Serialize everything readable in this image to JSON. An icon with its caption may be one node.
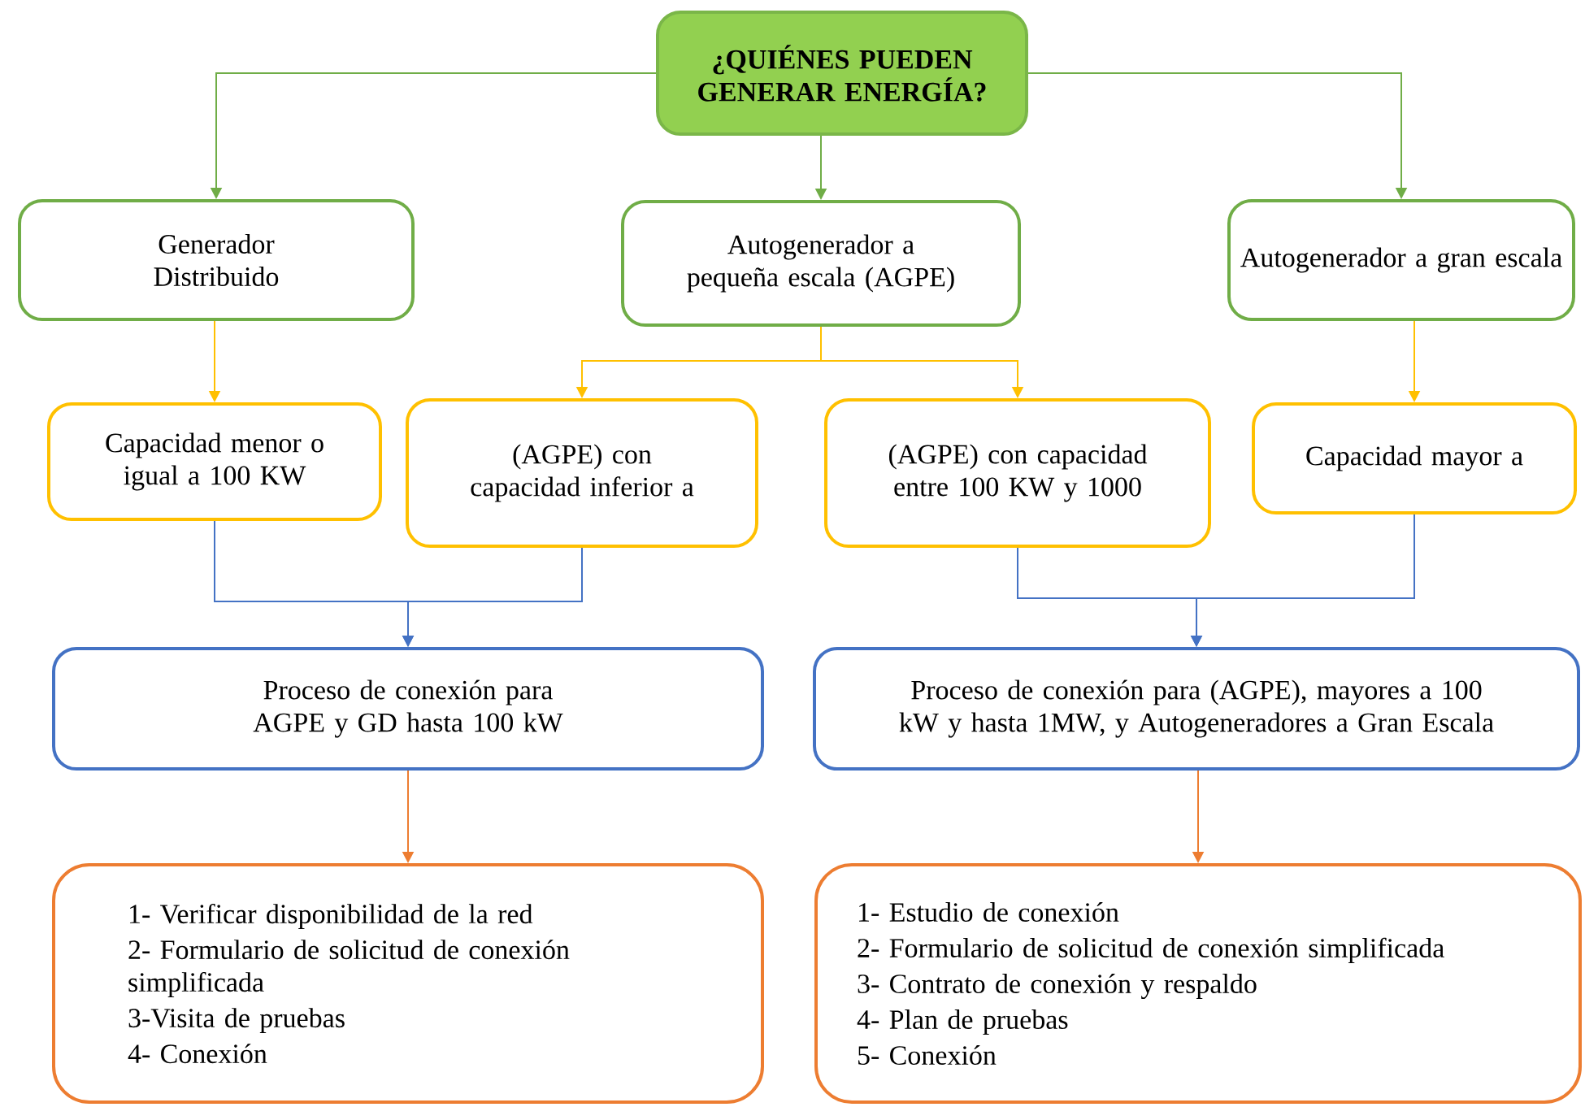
{
  "diagram": {
    "nodes": [
      {
        "text": [
          "¿QUIÉNES PUEDEN GENERAR ENERGÍA?"
        ]
      },
      {
        "text": [
          "Generador Distribuido"
        ]
      },
      {
        "text": [
          "Autogenerador a pequeña escala (AGPE)"
        ]
      },
      {
        "text": [
          "Autogenerador a gran escala"
        ]
      },
      {
        "text": [
          "Capacidad menor o igual a 100 KW"
        ]
      },
      {
        "text": [
          "(AGPE) con capacidad inferior a"
        ]
      },
      {
        "text": [
          "(AGPE) con capacidad entre 100 KW y 1000"
        ]
      },
      {
        "text": [
          "Capacidad mayor a"
        ]
      },
      {
        "text": [
          "Proceso de conexión para AGPE y GD hasta 100 kW"
        ]
      },
      {
        "text": [
          "Proceso de conexión para (AGPE), mayores a 100 kW y hasta 1MW, y Autogeneradores a Gran Escala"
        ]
      },
      {
        "text": [
          "1- Verificar disponibilidad de la red",
          "2- Formulario de solicitud de conexión simplificada",
          "3-Visita de pruebas",
          "4- Conexión"
        ]
      },
      {
        "text": [
          "1- Estudio de conexión",
          "2- Formulario de solicitud de conexión simplificada",
          "3- Contrato de conexión y respaldo",
          "4- Plan de pruebas",
          "5- Conexión"
        ]
      }
    ],
    "edges": [
      {
        "from": 0,
        "to": 1,
        "arrow": "to",
        "color": "#70ad47"
      },
      {
        "from": 0,
        "to": 2,
        "arrow": "to",
        "color": "#70ad47"
      },
      {
        "from": 0,
        "to": 3,
        "arrow": "to",
        "color": "#70ad47"
      },
      {
        "from": 1,
        "to": 4,
        "arrow": "to",
        "color": "#ffc000"
      },
      {
        "from": 2,
        "to": 5,
        "arrow": "to",
        "color": "#ffc000"
      },
      {
        "from": 2,
        "to": 6,
        "arrow": "to",
        "color": "#ffc000"
      },
      {
        "from": 3,
        "to": 7,
        "arrow": "to",
        "color": "#ffc000"
      },
      {
        "from": 4,
        "to": 8,
        "arrow": "to",
        "color": "#4472c4"
      },
      {
        "from": 5,
        "to": 8,
        "arrow": "to",
        "color": "#4472c4"
      },
      {
        "from": 6,
        "to": 9,
        "arrow": "to",
        "color": "#4472c4"
      },
      {
        "from": 7,
        "to": 9,
        "arrow": "to",
        "color": "#4472c4"
      },
      {
        "from": 8,
        "to": 10,
        "arrow": "to",
        "color": "#ed7d31"
      },
      {
        "from": 9,
        "to": 11,
        "arrow": "to",
        "color": "#ed7d31"
      }
    ]
  }
}
